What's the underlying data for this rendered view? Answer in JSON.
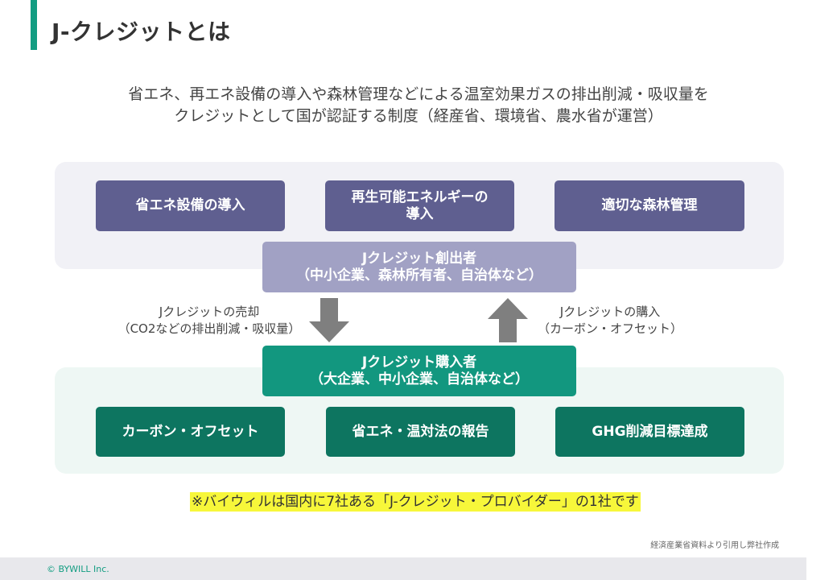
{
  "header": {
    "title": "J-クレジットとは"
  },
  "intro": {
    "line1": "省エネ、再エネ設備の導入や森林管理などによる温室効果ガスの排出削減・吸収量を",
    "line2": "クレジットとして国が認証する制度（経産省、環境省、農水省が運営）"
  },
  "creation_methods": [
    {
      "label": "省エネ設備の導入"
    },
    {
      "label_line1": "再生可能エネルギーの",
      "label_line2": "導入"
    },
    {
      "label": "適切な森林管理"
    }
  ],
  "creator": {
    "title": "Jクレジット創出者",
    "subtitle": "（中小企業、森林所有者、自治体など）"
  },
  "sale_flow": {
    "line1": "Jクレジットの売却",
    "line2": "（CO2などの排出削減・吸収量）"
  },
  "purchase_flow": {
    "line1": "Jクレジットの購入",
    "line2": "（カーボン・オフセット）"
  },
  "buyer": {
    "title": "Jクレジット購入者",
    "subtitle": "（大企業、中小企業、自治体など）"
  },
  "uses": [
    {
      "label": "カーボン・オフセット"
    },
    {
      "label": "省エネ・温対法の報告"
    },
    {
      "label": "GHG削減目標達成"
    }
  ],
  "note": "※バイウィルは国内に7社ある「J-クレジット・プロバイダー」の1社です",
  "source": "経済産業省資料より引用し弊社作成",
  "footer": {
    "copyright": "© BYWILL Inc."
  },
  "colors": {
    "accent": "#139d82",
    "purple_box": "#5f5f90",
    "lavender_box": "#a1a1c4",
    "green_box": "#12977f",
    "dark_green_box": "#0d7560",
    "arrow": "#7f7f7f",
    "highlight": "#f7f73a"
  },
  "icons": {
    "down": "arrow-down-icon",
    "up": "arrow-up-icon"
  }
}
